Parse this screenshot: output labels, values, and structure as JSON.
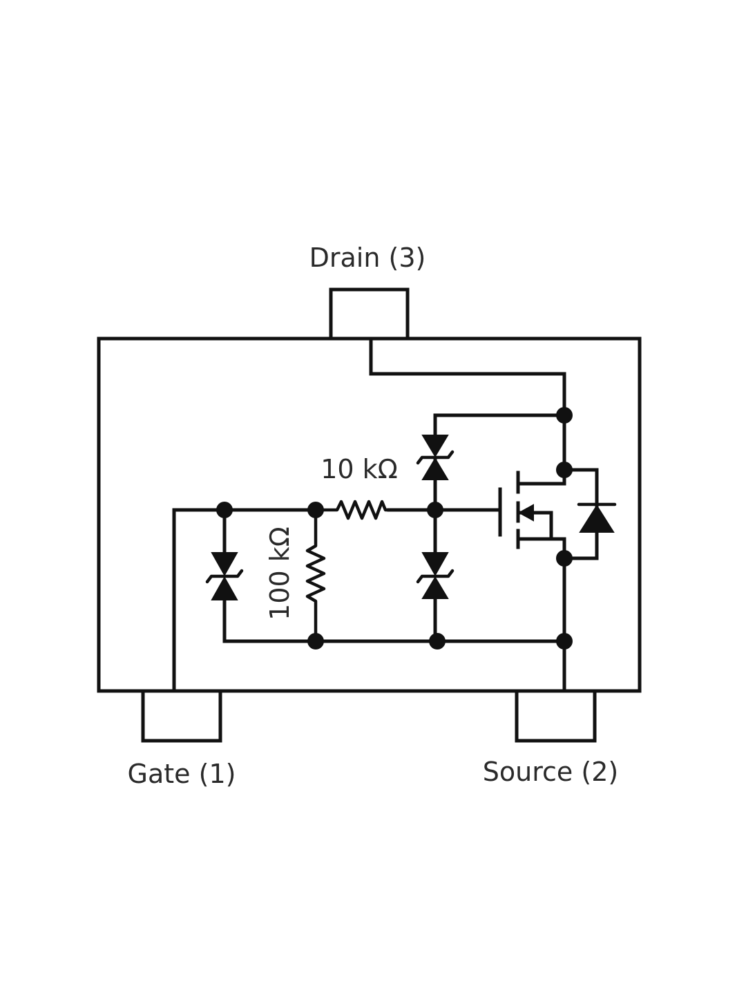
{
  "pins": {
    "drain": "Drain (3)",
    "gate": "Gate (1)",
    "source": "Source (2)"
  },
  "components": {
    "r_series": "10 kΩ",
    "r_shunt": "100 kΩ"
  }
}
